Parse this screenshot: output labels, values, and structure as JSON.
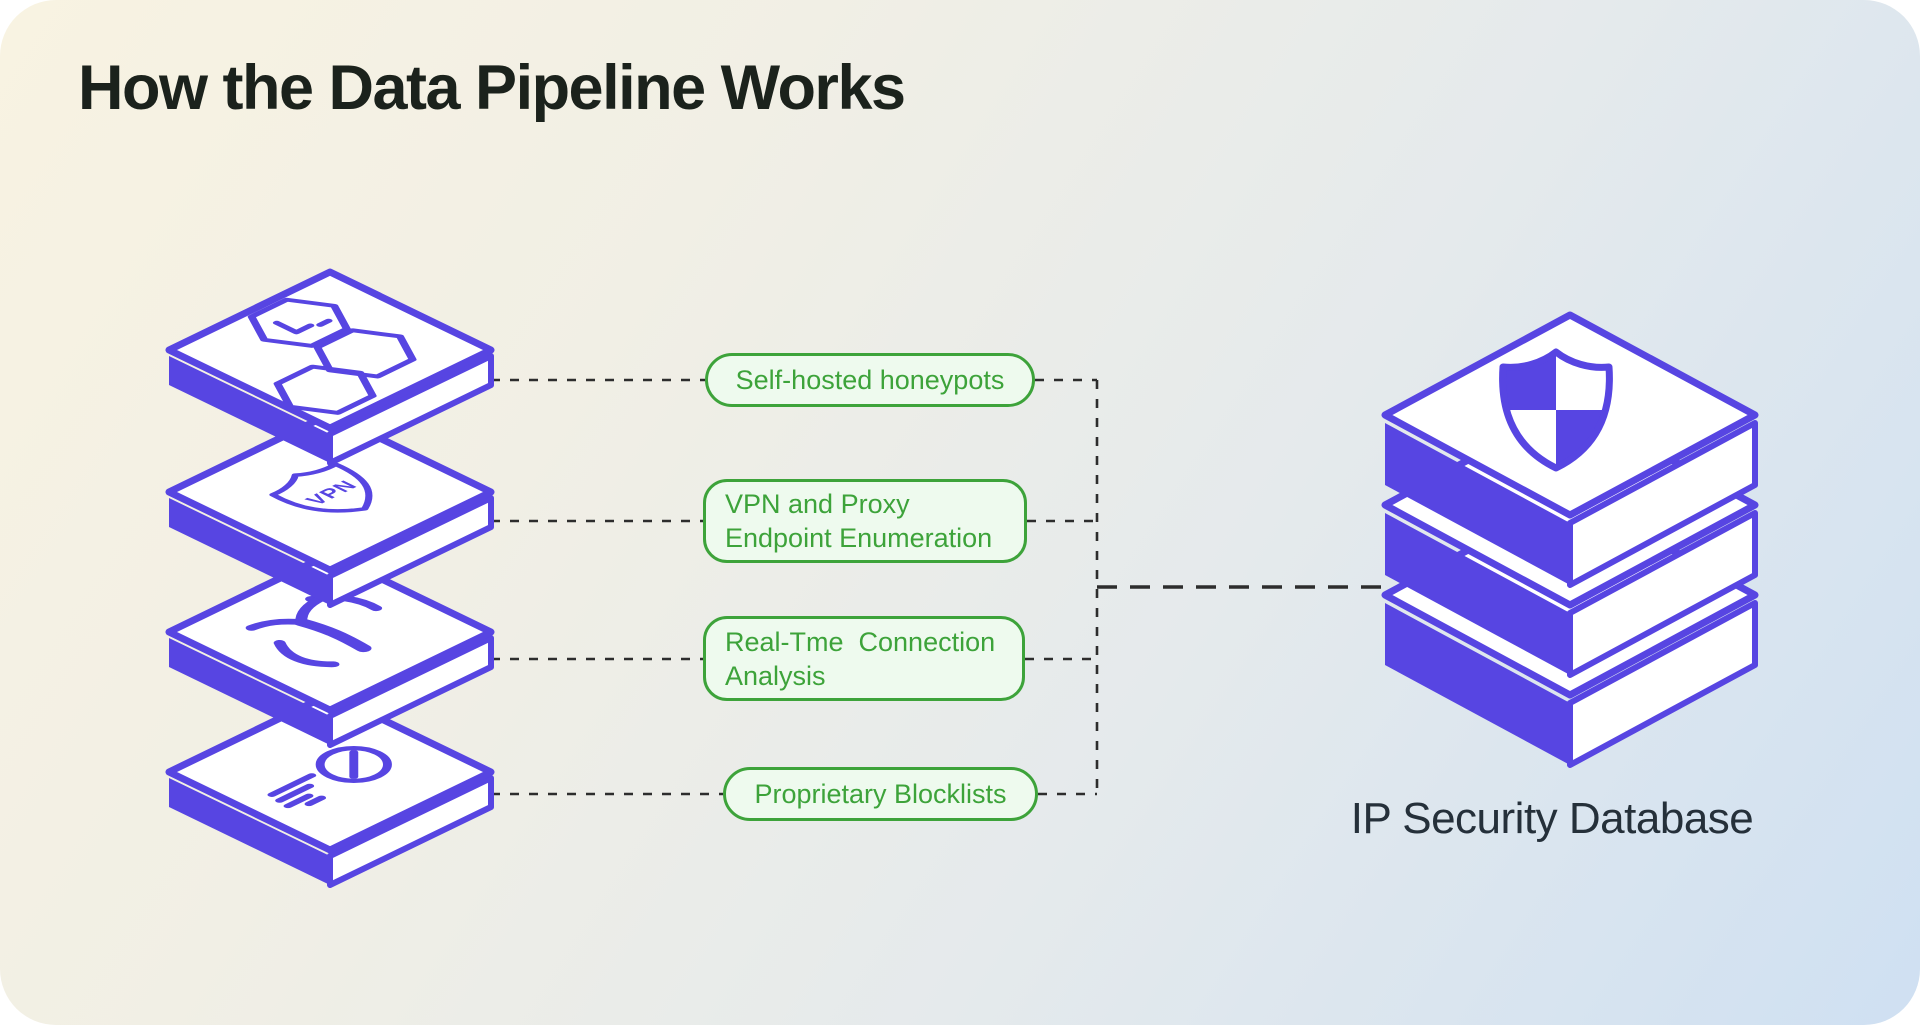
{
  "title": "How the Data Pipeline Works",
  "sources": [
    {
      "label": "Self-hosted honeypots",
      "icon": "honeycomb-icon"
    },
    {
      "label": "VPN and Proxy\nEndpoint Enumeration",
      "icon": "vpn-shield-icon"
    },
    {
      "label": "Real-Tme  Connection\nAnalysis",
      "icon": "signal-icon"
    },
    {
      "label": "Proprietary Blocklists",
      "icon": "blocklist-icon"
    }
  ],
  "database": {
    "label": "IP Security Database",
    "icon": "checkered-shield-icon"
  },
  "icon_text": {
    "vpn": "VPN"
  },
  "colors": {
    "accent_purple": "#5745e2",
    "green": "#3da33a",
    "green_fill": "#eefaee",
    "connector": "#2d2d2d",
    "title_text": "#1b221c",
    "database_label_text": "#25303a",
    "background_from": "#f8f3e2",
    "background_to": "#cfe0f2"
  }
}
